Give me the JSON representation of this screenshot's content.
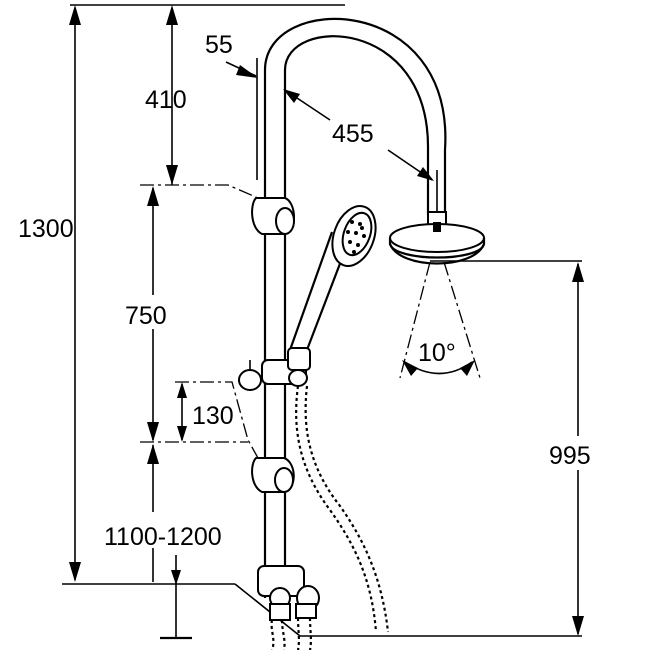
{
  "dimensions": {
    "total_height": "1300",
    "top_section": "410",
    "rail_diameter": "55",
    "arm_reach": "455",
    "holder_travel": "750",
    "holder_spacing": "130",
    "floor_to_bracket": "1100-1200",
    "head_height": "995",
    "spray_angle": "10°"
  }
}
